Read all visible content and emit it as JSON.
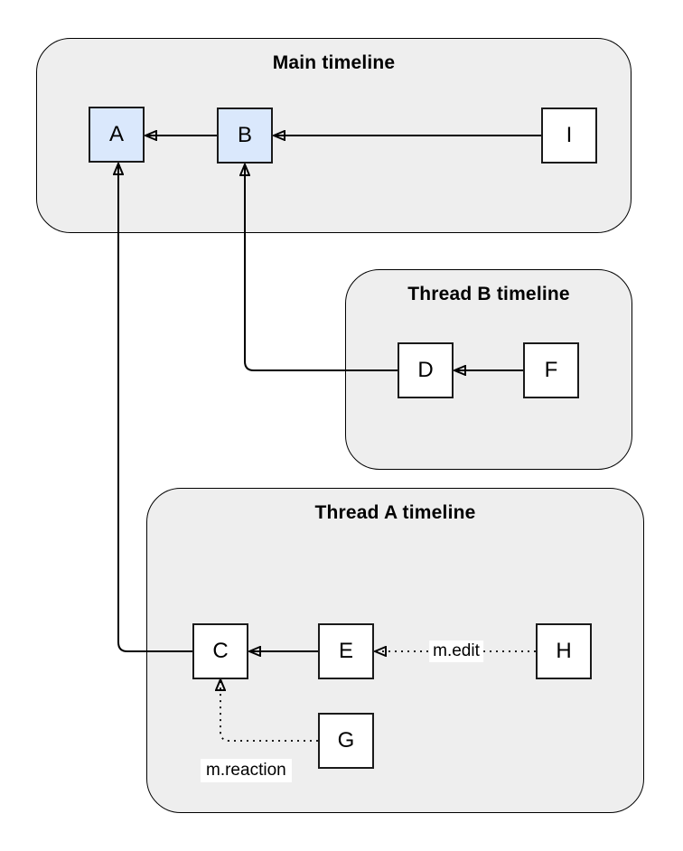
{
  "containers": [
    {
      "id": "main",
      "title": "Main timeline"
    },
    {
      "id": "thread-b",
      "title": "Thread B timeline"
    },
    {
      "id": "thread-a",
      "title": "Thread A timeline"
    }
  ],
  "nodes": {
    "A": {
      "label": "A",
      "fill": "#dae8fc",
      "container": "Main timeline"
    },
    "B": {
      "label": "B",
      "fill": "#dae8fc",
      "container": "Main timeline"
    },
    "I": {
      "label": "I",
      "fill": "#ffffff",
      "container": "Main timeline"
    },
    "D": {
      "label": "D",
      "fill": "#ffffff",
      "container": "Thread B timeline"
    },
    "F": {
      "label": "F",
      "fill": "#ffffff",
      "container": "Thread B timeline"
    },
    "C": {
      "label": "C",
      "fill": "#ffffff",
      "container": "Thread A timeline"
    },
    "E": {
      "label": "E",
      "fill": "#ffffff",
      "container": "Thread A timeline"
    },
    "H": {
      "label": "H",
      "fill": "#ffffff",
      "container": "Thread A timeline"
    },
    "G": {
      "label": "G",
      "fill": "#ffffff",
      "container": "Thread A timeline"
    }
  },
  "edges": [
    {
      "from": "B",
      "to": "A",
      "style": "solid",
      "label": ""
    },
    {
      "from": "I",
      "to": "B",
      "style": "solid",
      "label": ""
    },
    {
      "from": "F",
      "to": "D",
      "style": "solid",
      "label": ""
    },
    {
      "from": "D",
      "to": "B",
      "style": "solid",
      "label": ""
    },
    {
      "from": "E",
      "to": "C",
      "style": "solid",
      "label": ""
    },
    {
      "from": "C",
      "to": "A",
      "style": "solid",
      "label": ""
    },
    {
      "from": "H",
      "to": "E",
      "style": "dotted",
      "label": "m.edit"
    },
    {
      "from": "G",
      "to": "C",
      "style": "dotted",
      "label": "m.reaction"
    }
  ],
  "edge_labels": {
    "edit": "m.edit",
    "reaction": "m.reaction"
  },
  "colors": {
    "container_fill": "#eeeeee",
    "container_stroke": "#000000",
    "node_fill_highlight": "#dae8fc",
    "node_fill_default": "#ffffff",
    "node_stroke": "#1a1a1a",
    "edge_stroke": "#000000",
    "label_background": "#ffffff",
    "page_background": "#ffffff"
  }
}
